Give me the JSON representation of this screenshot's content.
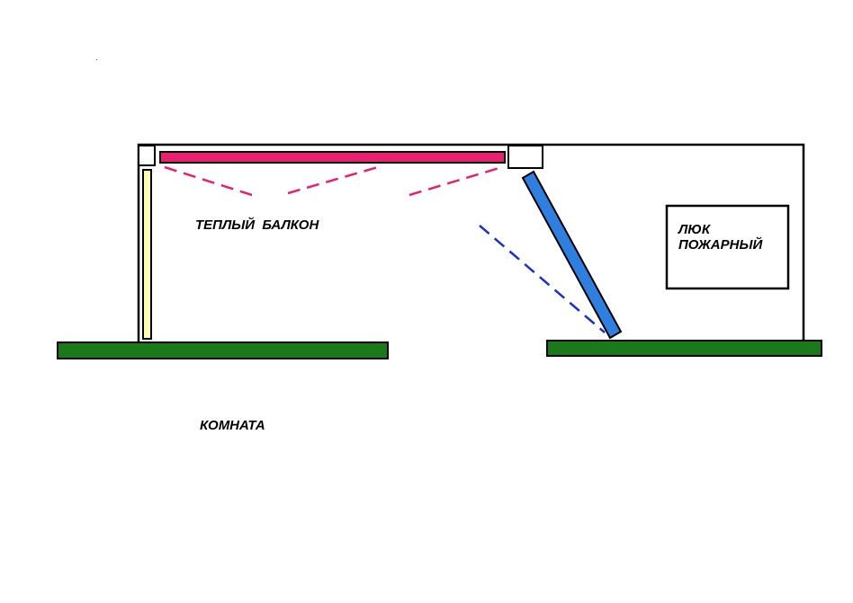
{
  "labels": {
    "balcony": "ТЕПЛЫЙ  БАЛКОН",
    "room": "КОМНАТА",
    "hatch_line1": "ЛЮК",
    "hatch_line2": "ПОЖАРНЫЙ"
  },
  "colors": {
    "background": "#ffffff",
    "outline": "#000000",
    "floor_slab": "#1a7a1a",
    "heater_bar": "#e8216f",
    "heater_rays": "#e8216f",
    "window_pane": "#fdfcb0",
    "hatch_panel": "#2e7fe0",
    "hatch_rays": "#1a2fd0"
  }
}
